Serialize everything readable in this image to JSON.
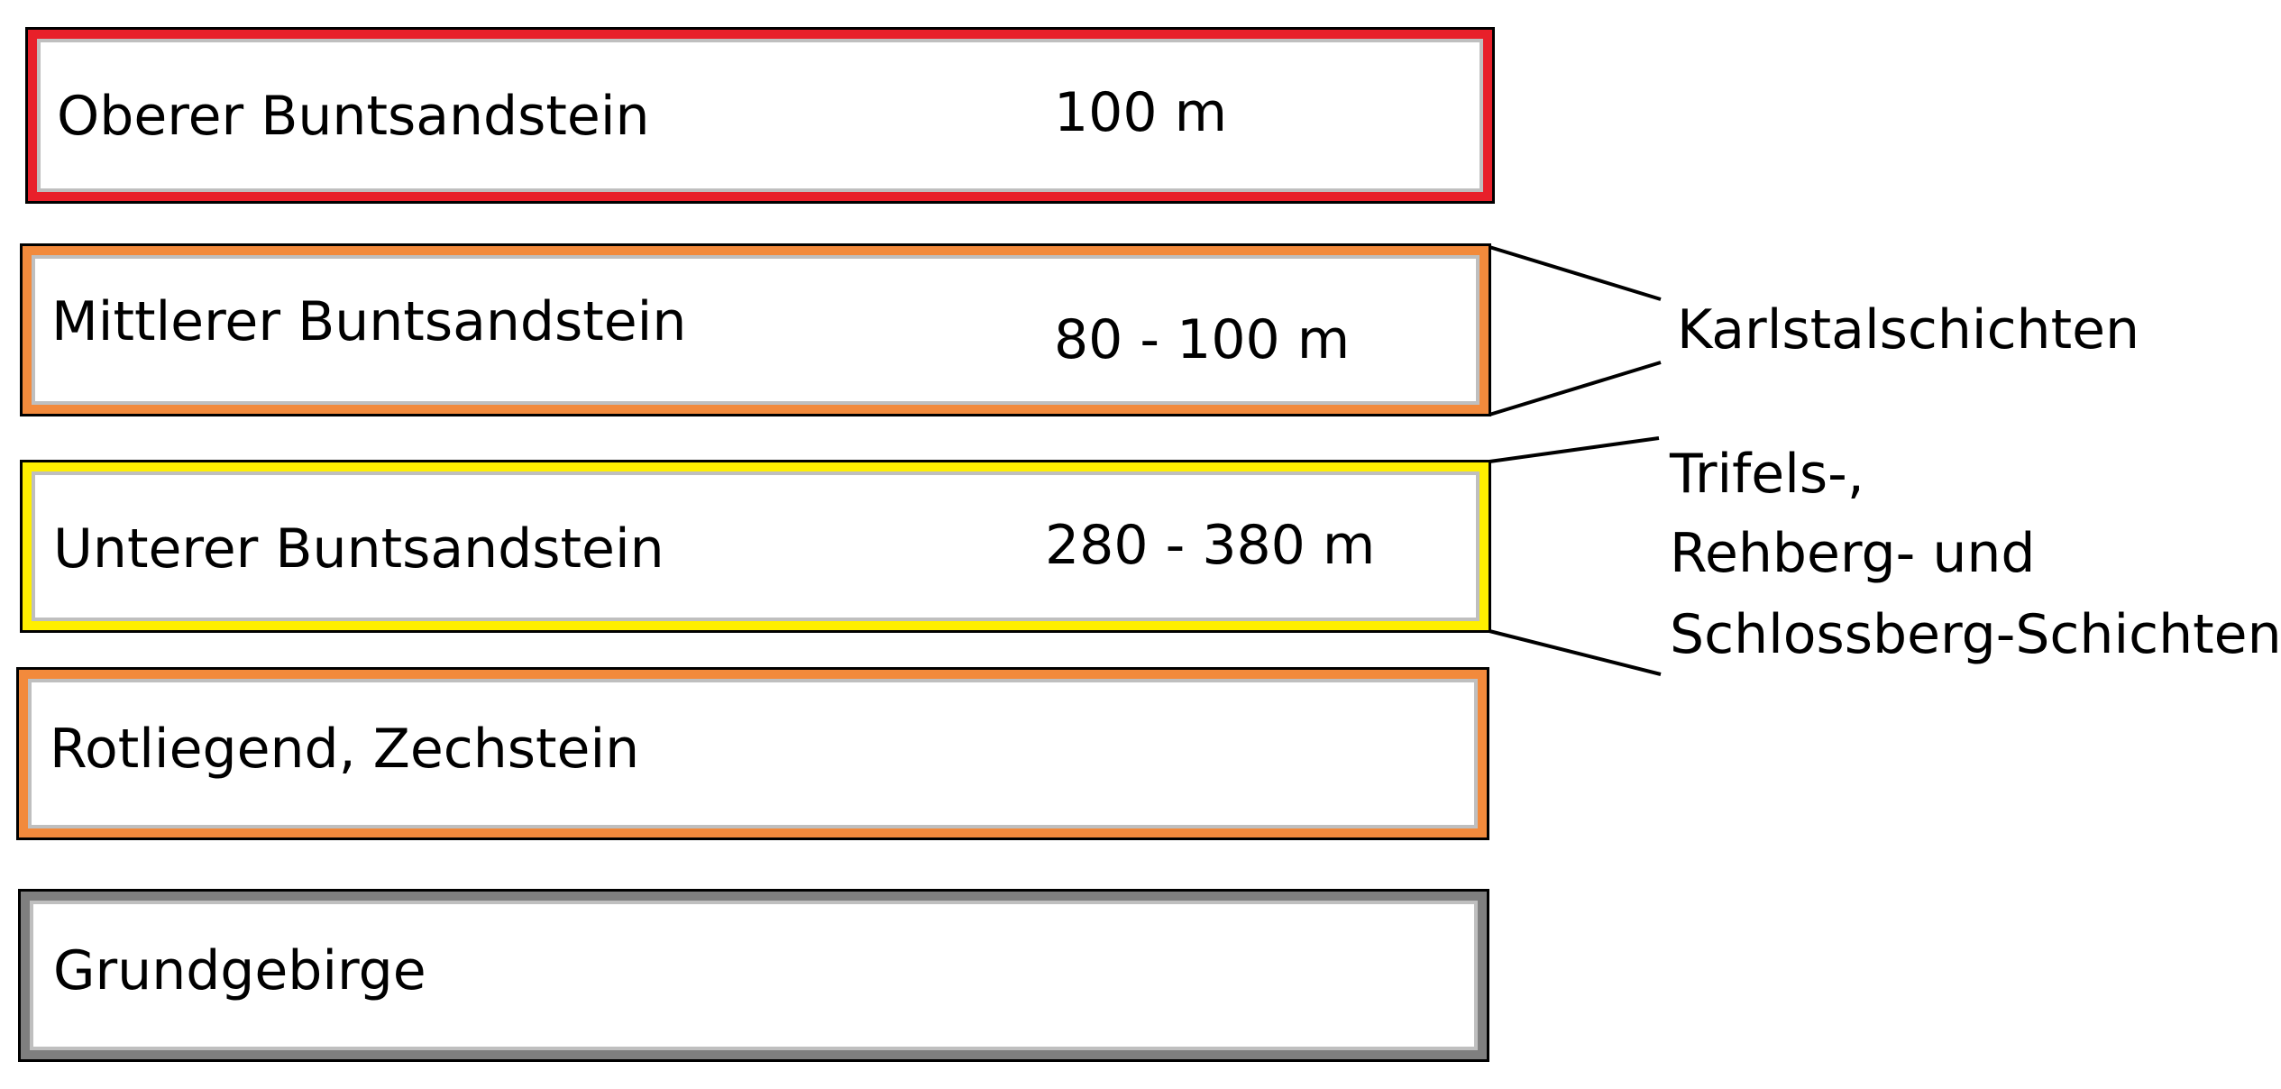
{
  "layers": [
    {
      "name": "Oberer Buntsandstein",
      "thickness": "100 m",
      "color": "#e8202a"
    },
    {
      "name": "Mittlerer Buntsandstein",
      "thickness": "80 - 100 m",
      "color": "#f28a3c"
    },
    {
      "name": "Unterer Buntsandstein",
      "thickness": "280 - 380 m",
      "color": "#ffef00"
    },
    {
      "name": "Rotliegend, Zechstein",
      "thickness": "",
      "color": "#f28a3c"
    },
    {
      "name": "Grundgebirge",
      "thickness": "",
      "color": "#7f7f7f"
    }
  ],
  "annotations": {
    "karlstal": "Karlstalschichten",
    "trifels_line1": "Trifels-,",
    "trifels_line2": "Rehberg- und",
    "trifels_line3": "Schlossberg-Schichten"
  }
}
